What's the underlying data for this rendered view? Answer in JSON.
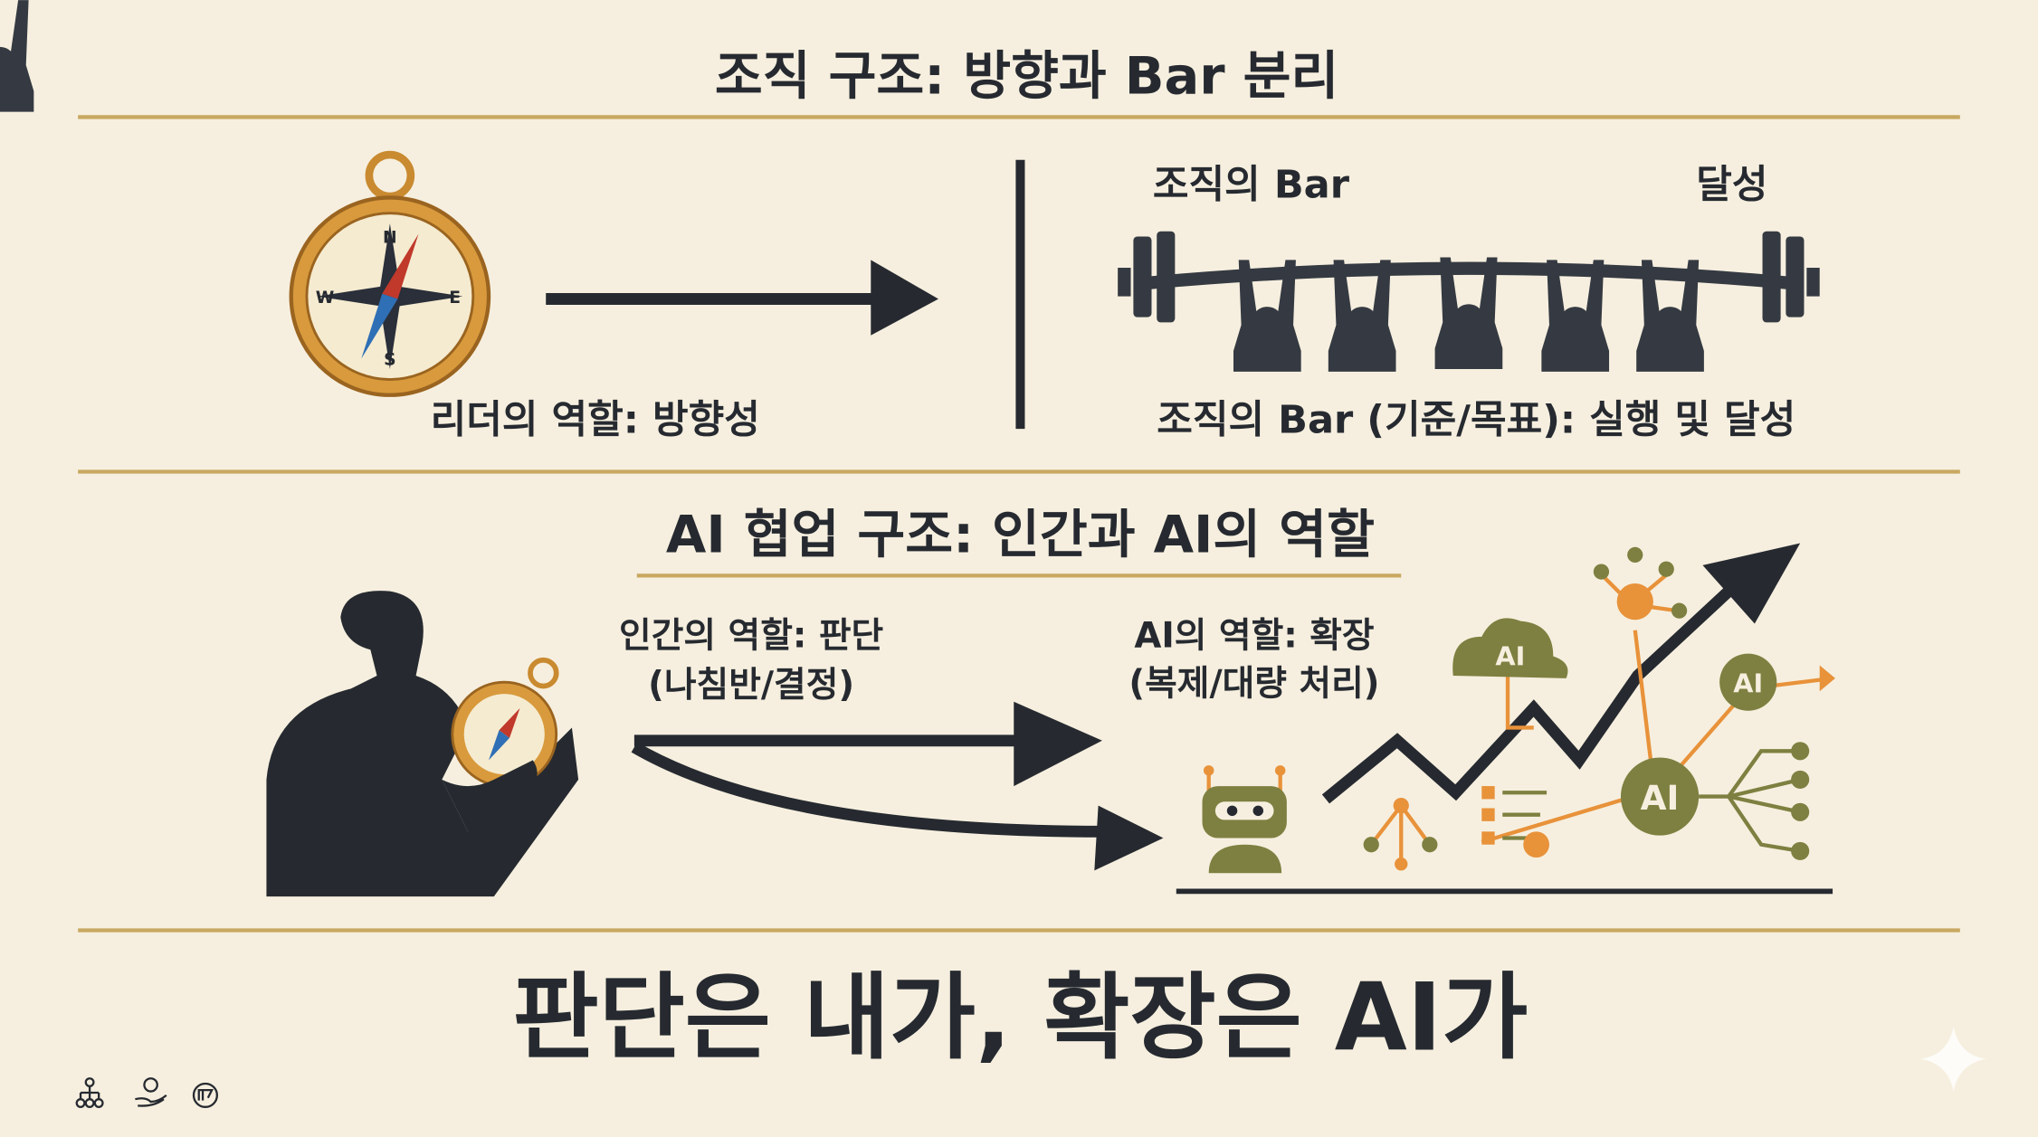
{
  "top_section": {
    "title": "조직 구조: 방향과 Bar 분리",
    "leader_label": "리더의 역할: 방향성",
    "bar_label": "조직의 Bar",
    "achieve_label": "달성",
    "bar_caption": "조직의 Bar (기준/목표): 실행 및 달성"
  },
  "middle_section": {
    "title": "AI 협업 구조: 인간과 AI의 역할",
    "human_role": "인간의 역할: 판단",
    "human_role_sub": "(나침반/결정)",
    "ai_role": "AI의 역할: 확장",
    "ai_role_sub": "(복제/대량 처리)",
    "ai_node_label": "AI"
  },
  "conclusion": "판단은 내가, 확장은 AI가",
  "compass_letters": {
    "n": "N",
    "e": "E",
    "s": "S",
    "w": "W"
  },
  "footer_icons": [
    "org-chart-icon",
    "hand-money-icon",
    "circle-badge-icon"
  ],
  "colors": {
    "background": "#f6efdf",
    "divider": "#c8a860",
    "ink": "#262a30",
    "compass_gold": "#d89a3c",
    "ai_olive": "#7d8040",
    "ai_orange": "#e8923a"
  }
}
